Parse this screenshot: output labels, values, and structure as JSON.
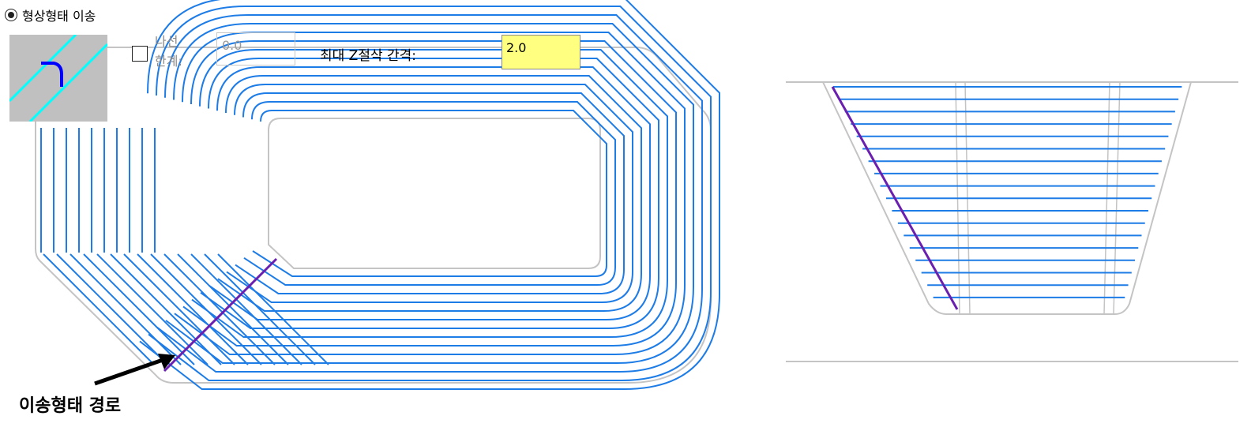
{
  "option": {
    "label": "형상형태 이송",
    "selected": true
  },
  "spiral": {
    "label": "나선\n한계:",
    "value": "0.0",
    "checked": false
  },
  "zstep": {
    "label": "최대 Z절삭 간격:",
    "value": "2.0"
  },
  "annotation": {
    "label": "이송형태 경로"
  },
  "colors": {
    "toolpath": "#1e7ce6",
    "ramp": "#6a1fb0",
    "boundary": "#c4c4c4",
    "field": "#ffff80"
  }
}
